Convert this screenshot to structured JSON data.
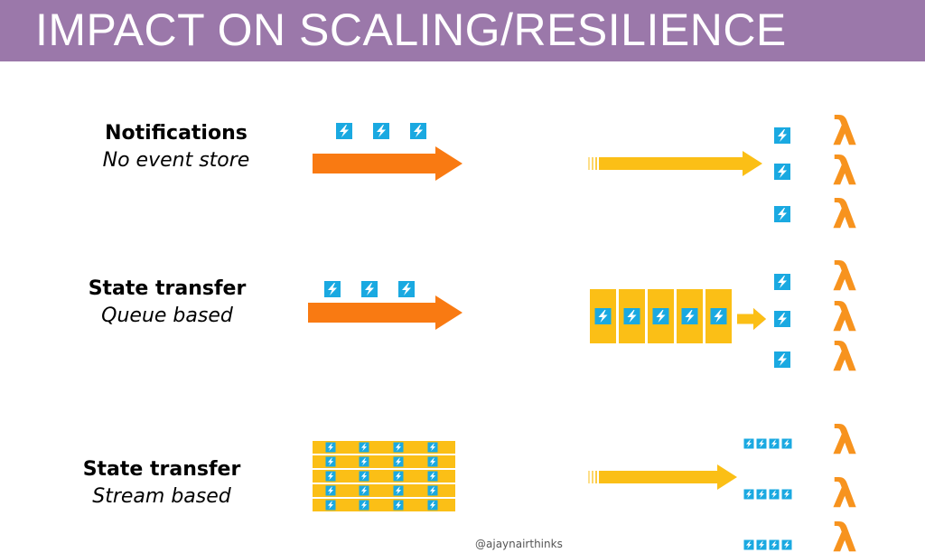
{
  "header": {
    "title": "IMPACT ON SCALING/RESILIENCE",
    "bg_color": "#9b78aa"
  },
  "rows": [
    {
      "title": "Notifications",
      "subtitle": "No event store"
    },
    {
      "title": "State transfer",
      "subtitle": "Queue based"
    },
    {
      "title": "State transfer",
      "subtitle": "Stream based"
    }
  ],
  "function_symbol": "λ",
  "colors": {
    "orange": "#f97a12",
    "yellow": "#fbbf16",
    "event_blue": "#1aa9e1",
    "lambda": "#f7931e"
  },
  "icons": {
    "event": "lightning-bolt-icon",
    "function": "lambda-icon"
  },
  "credit": "@ajaynairthinks"
}
